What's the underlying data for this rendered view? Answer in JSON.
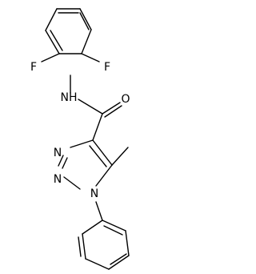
{
  "molecule": {
    "atoms": [
      {
        "id": "F1",
        "label": "F"
      },
      {
        "id": "F2",
        "label": "F"
      },
      {
        "id": "N_amide",
        "label": "NH"
      },
      {
        "id": "O",
        "label": "O"
      },
      {
        "id": "N1",
        "label": "N"
      },
      {
        "id": "N2",
        "label": "N"
      },
      {
        "id": "N3",
        "label": "N"
      }
    ],
    "colors": {
      "bond": "#000000",
      "label": "#000000",
      "background": "#ffffff"
    }
  }
}
